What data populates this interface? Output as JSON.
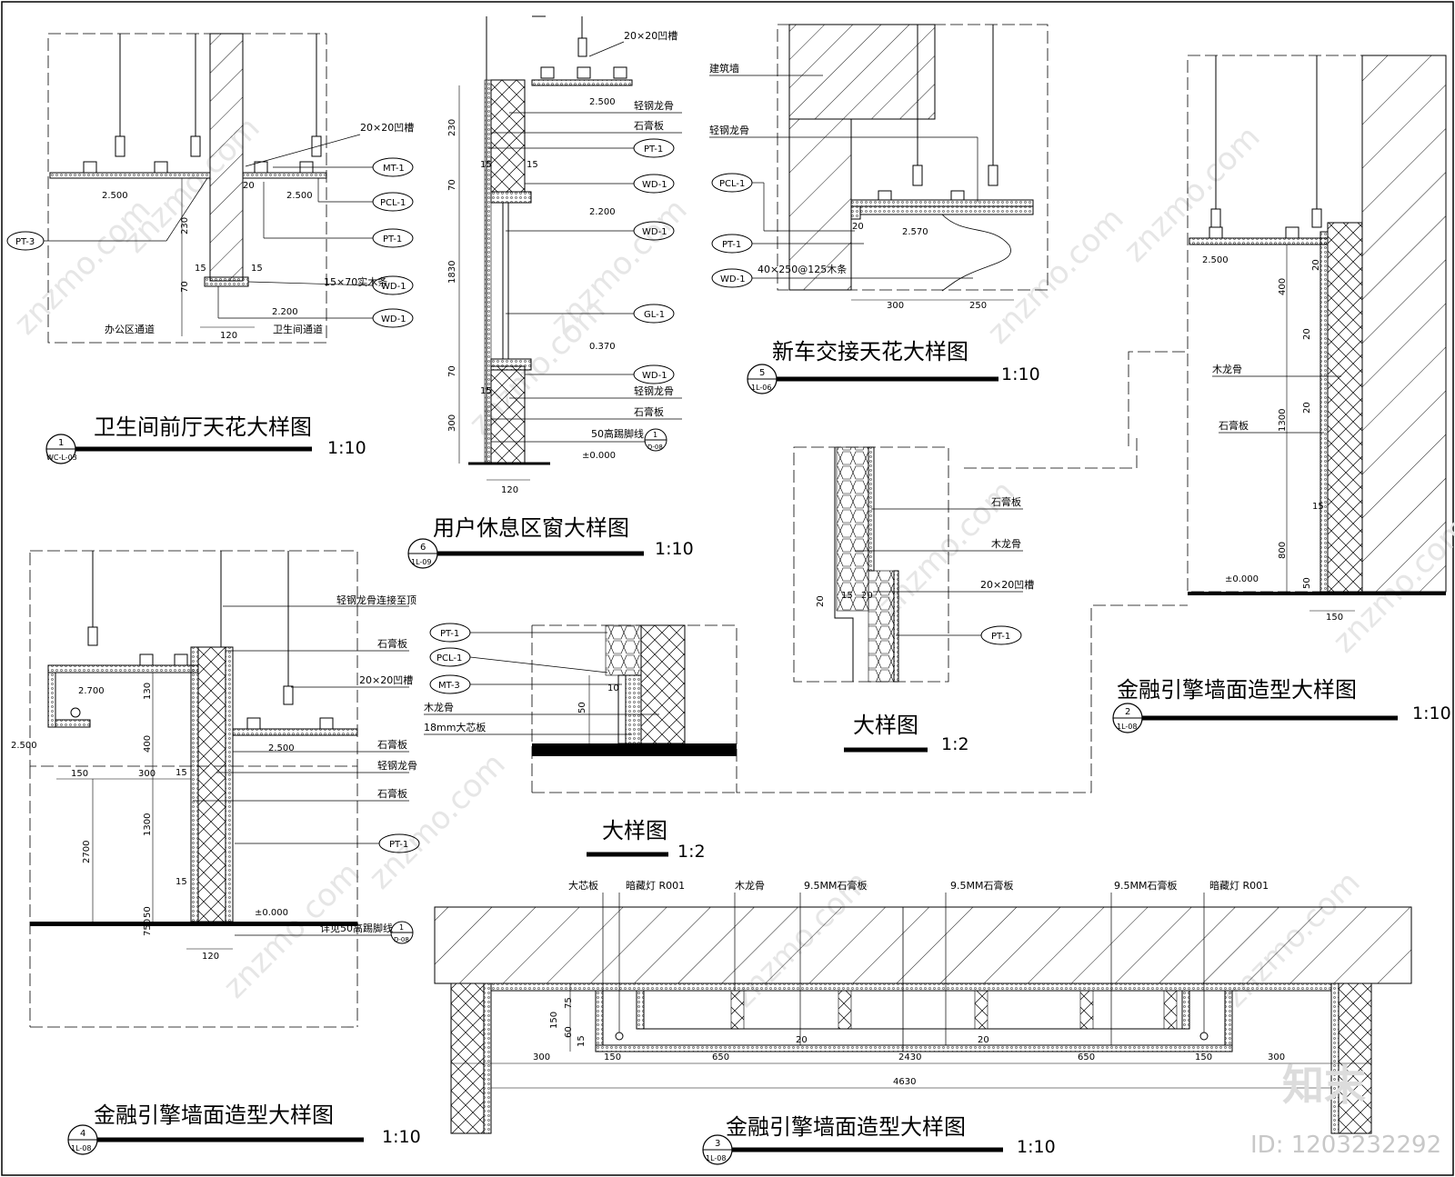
{
  "watermark": "znzmo.com",
  "brand": "知末",
  "id_text": "ID: 1203232292",
  "detail1": {
    "title": "卫生间前厅天花大样图",
    "scale": "1:10",
    "num": "1",
    "ref": "WC-L-03",
    "labels": [
      "20×20凹槽",
      "MT-1",
      "PCL-1",
      "PT-1",
      "PT-3",
      "WD-1",
      "WD-1",
      "15×70实木条"
    ],
    "levels": [
      "2.500",
      "2.500",
      "2.200"
    ],
    "dims": [
      "230",
      "70",
      "15",
      "15",
      "20",
      "120"
    ],
    "areas": [
      "办公区通道",
      "卫生间通道"
    ]
  },
  "detail6": {
    "title": "用户休息区窗大样图",
    "scale": "1:10",
    "num": "6",
    "ref": "1L-09",
    "labels": [
      "20×20凹槽",
      "轻钢龙骨",
      "石膏板",
      "PT-1",
      "WD-1",
      "WD-1",
      "GL-1",
      "WD-1",
      "轻钢龙骨",
      "石膏板",
      "50高踢脚线"
    ],
    "levels": [
      "2.500",
      "2.200",
      "0.370",
      "±0.000"
    ],
    "dims": [
      "230",
      "70",
      "1830",
      "70",
      "300",
      "15",
      "15",
      "15",
      "120"
    ],
    "foot_ref_num": "1",
    "foot_ref_sheet": "D-08"
  },
  "detail5": {
    "title": "新车交接天花大样图",
    "scale": "1:10",
    "num": "5",
    "ref": "1L-06",
    "labels": [
      "建筑墙",
      "轻钢龙骨",
      "PCL-1",
      "PT-1",
      "WD-1",
      "40×250@125木条"
    ],
    "levels": [
      "2.570"
    ],
    "dims": [
      "20",
      "300",
      "250"
    ]
  },
  "detail2": {
    "title": "金融引擎墙面造型大样图",
    "scale": "1:10",
    "num": "2",
    "ref": "1L-08",
    "labels": [
      "木龙骨",
      "石膏板"
    ],
    "levels": [
      "2.500",
      "±0.000"
    ],
    "dims": [
      "400",
      "20",
      "20",
      "1300",
      "15",
      "800",
      "50",
      "20",
      "150"
    ]
  },
  "detail4": {
    "title": "金融引擎墙面造型大样图",
    "scale": "1:10",
    "num": "4",
    "ref": "1L-08",
    "labels": [
      "轻钢龙骨连接至顶",
      "石膏板",
      "20×20凹槽",
      "石膏板",
      "轻钢龙骨",
      "石膏板",
      "PT-1",
      "详见50高踢脚线"
    ],
    "levels": [
      "2.700",
      "2.500",
      "2.500",
      "±0.000"
    ],
    "dims": [
      "150",
      "300",
      "130",
      "400",
      "1300",
      "2700",
      "750",
      "50",
      "15",
      "15",
      "120"
    ],
    "foot_ref_num": "1",
    "foot_ref_sheet": "D-08"
  },
  "detailA": {
    "title": "大样图",
    "scale": "1:2",
    "labels": [
      "石膏板",
      "木龙骨",
      "20×20凹槽",
      "PT-1"
    ],
    "dims": [
      "20",
      "15",
      "20"
    ]
  },
  "detailB": {
    "title": "大样图",
    "scale": "1:2",
    "labels": [
      "PT-1",
      "PCL-1",
      "MT-3",
      "木龙骨",
      "18mm大芯板"
    ],
    "dims": [
      "10",
      "50"
    ]
  },
  "detail3": {
    "title": "金融引擎墙面造型大样图",
    "scale": "1:10",
    "num": "3",
    "ref": "1L-08",
    "labels": [
      "大芯板",
      "暗藏灯 R001",
      "木龙骨",
      "9.5MM石膏板",
      "9.5MM石膏板",
      "9.5MM石膏板",
      "暗藏灯 R001"
    ],
    "dims": [
      "300",
      "150",
      "650",
      "2430",
      "650",
      "150",
      "300",
      "4630",
      "150",
      "75",
      "60",
      "15",
      "20",
      "20"
    ]
  }
}
